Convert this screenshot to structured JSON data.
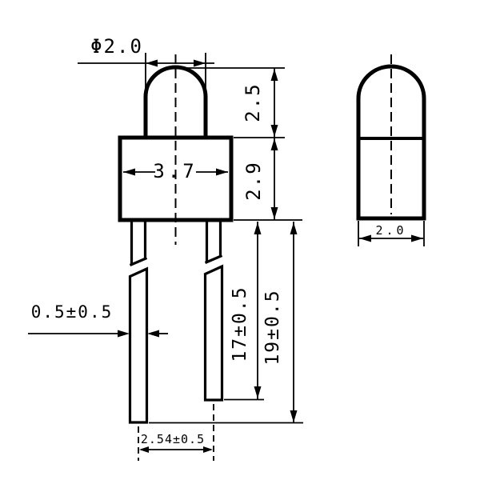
{
  "labels": {
    "diameter": "Φ2.0",
    "dome_height": "2.5",
    "body_height": "2.9",
    "body_width": "3.7",
    "lead_thickness": "0.5±0.5",
    "short_lead": "17±0.5",
    "long_lead": "19±0.5",
    "lead_pitch": "2.54±0.5",
    "side_width": "2.0"
  },
  "colors": {
    "line": "#000000",
    "background": "#ffffff"
  }
}
